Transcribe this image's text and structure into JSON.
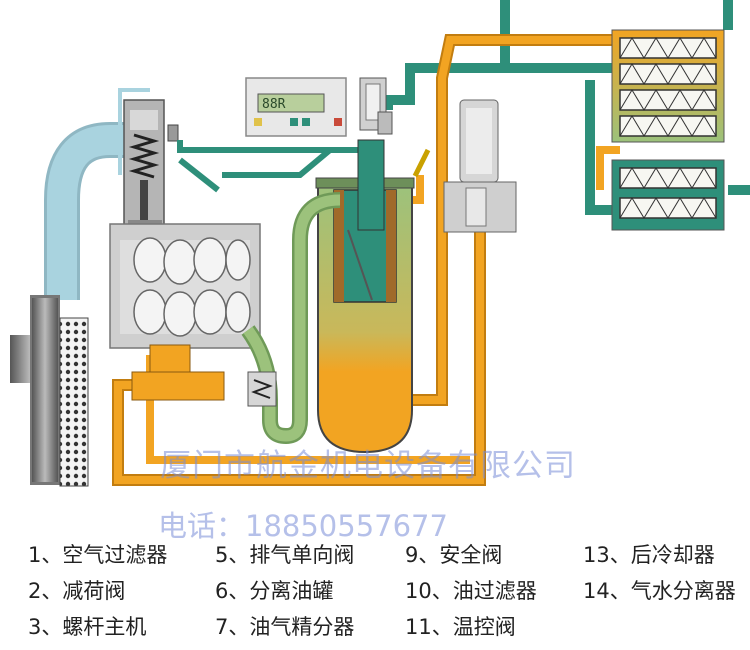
{
  "controller_display": "88R",
  "watermark": {
    "company": "厦门市航金机电设备有限公司",
    "phone": "电话：18850557677"
  },
  "legend": [
    [
      "1、空气过滤器",
      "5、排气单向阀",
      "9、安全阀",
      "13、后冷却器"
    ],
    [
      "2、减荷阀",
      "6、分离油罐",
      "10、油过滤器",
      "14、气水分离器"
    ],
    [
      "3、螺杆主机",
      "7、油气精分器",
      "11、温控阀"
    ]
  ],
  "colors": {
    "air_intake": "#a9d3df",
    "compressed_air": "#2e8f7a",
    "oil": "#f2a422",
    "oil_air_mix": "#9cc27c",
    "cooler_fill": "#f7f7f2"
  }
}
